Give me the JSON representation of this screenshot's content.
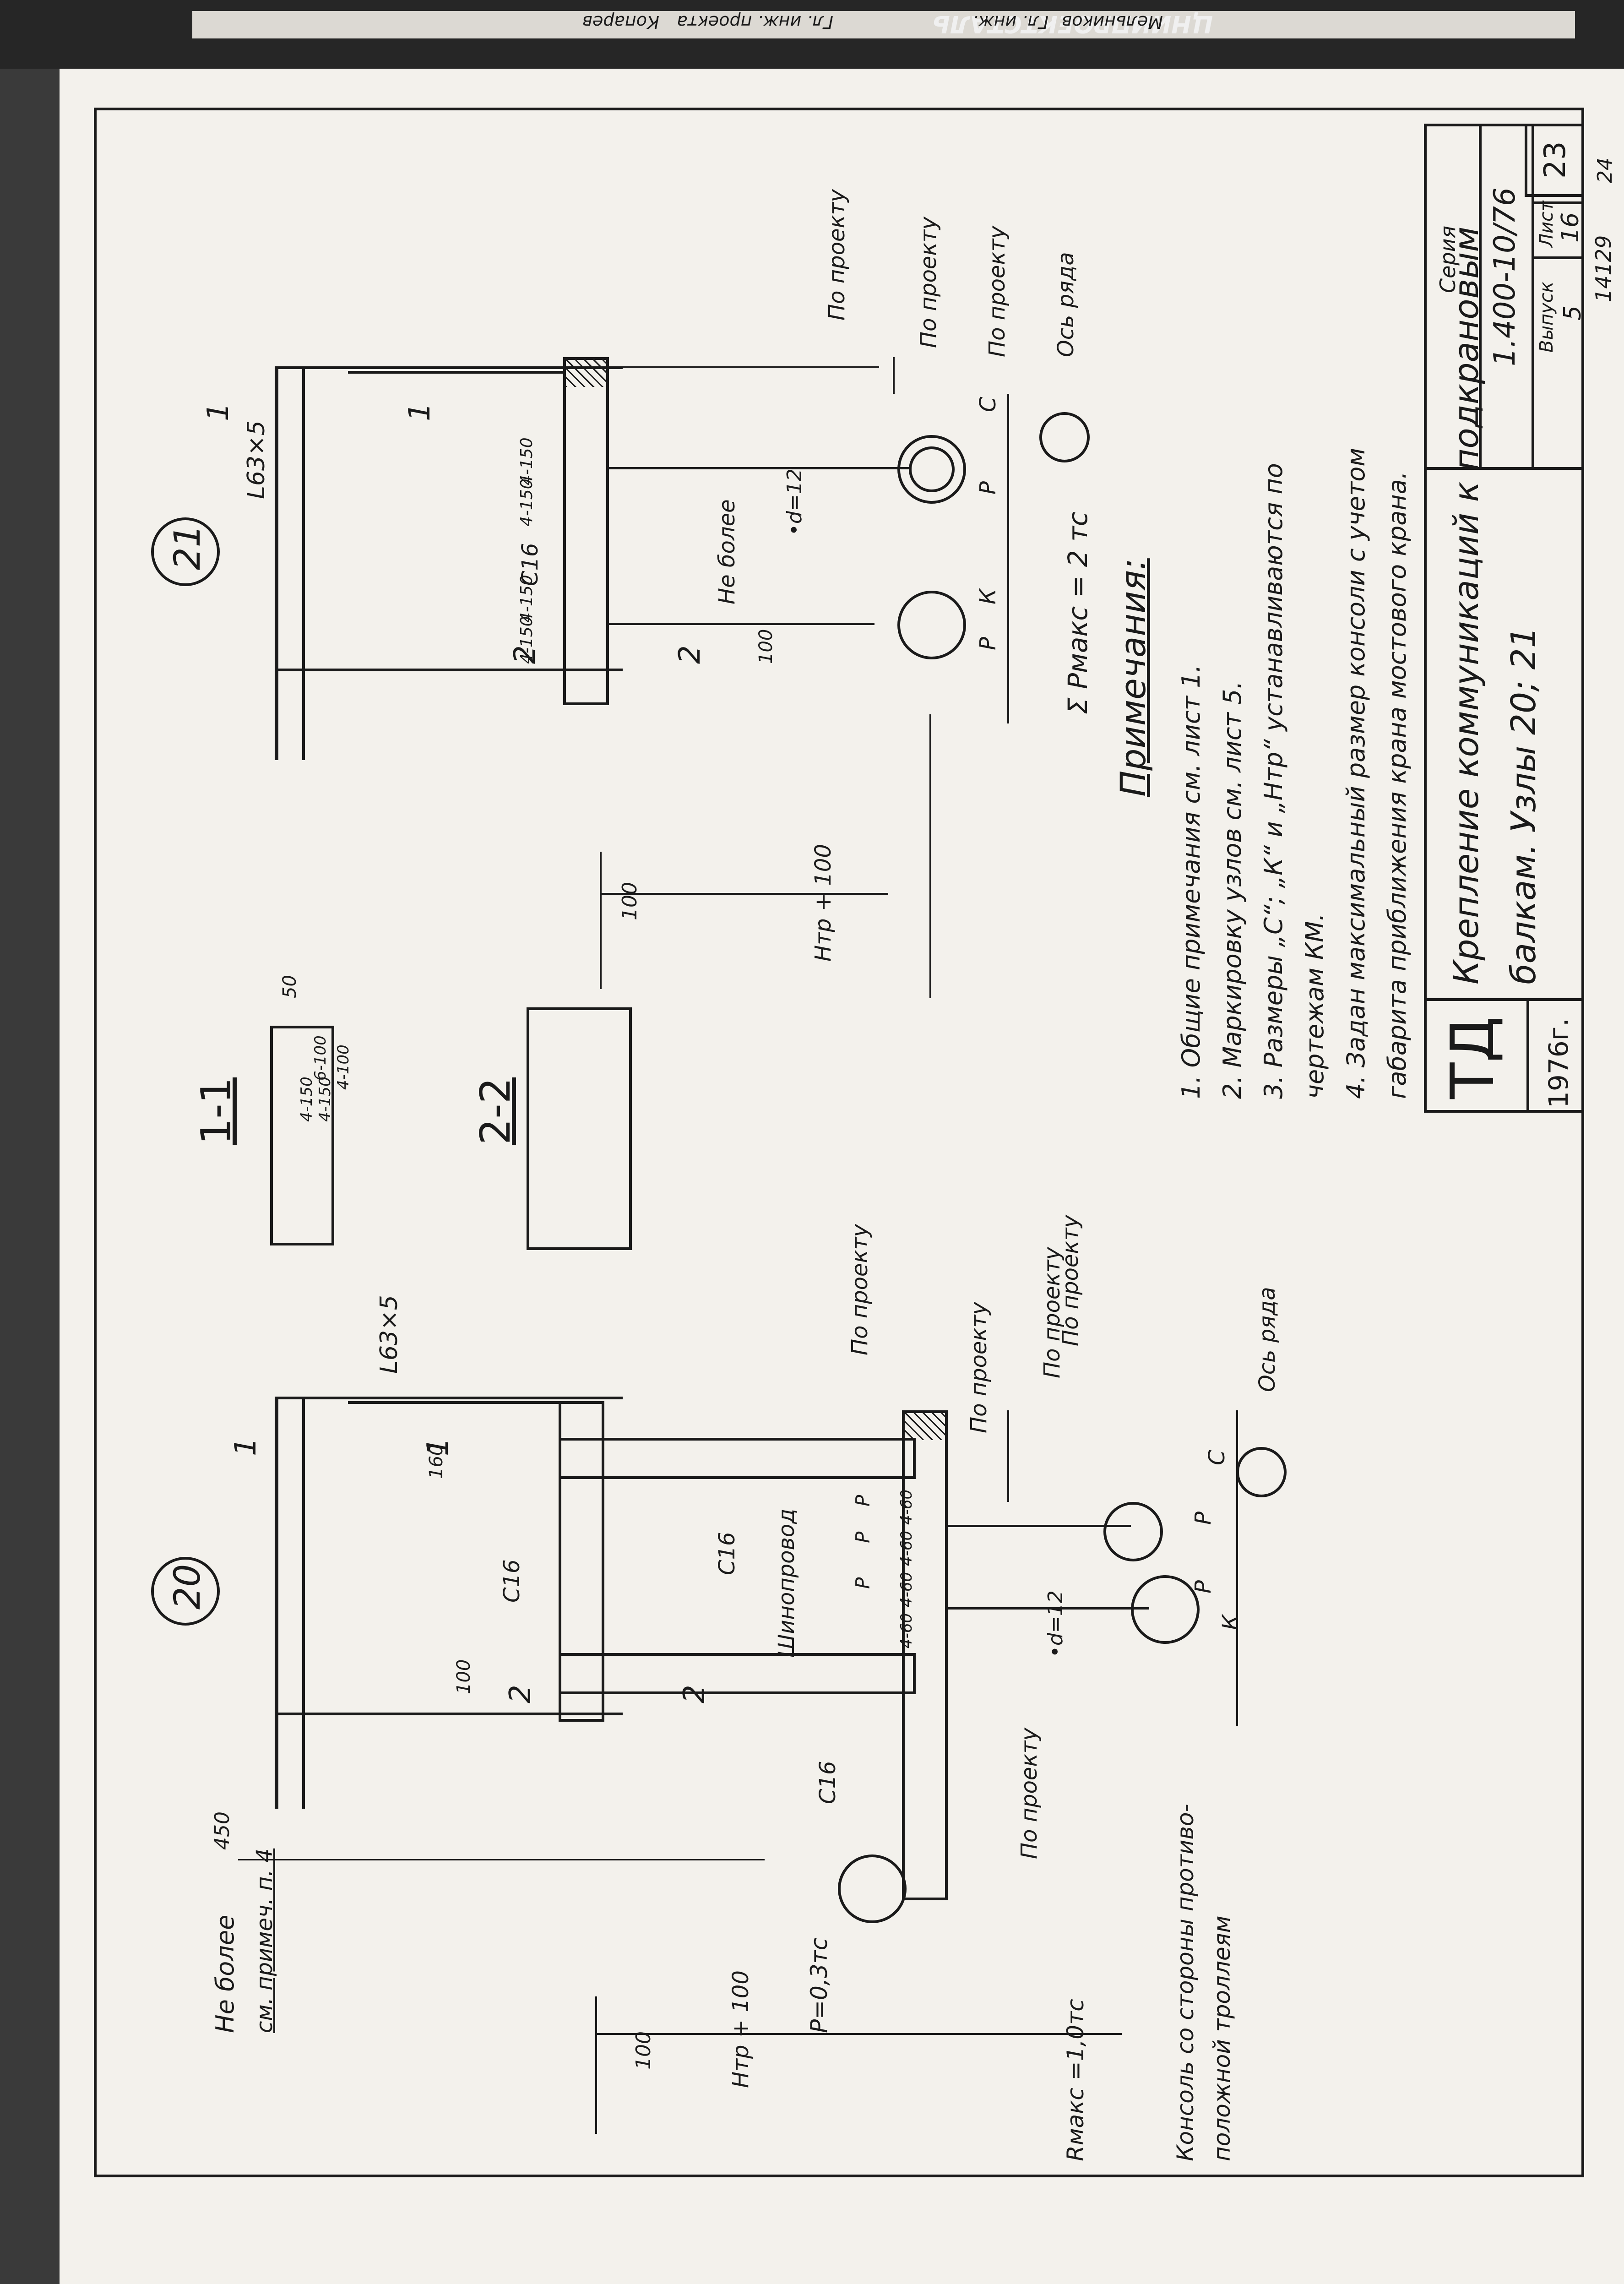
{
  "stamp": {
    "org": "ЦНИИПРОЕКТСТАЛЬ",
    "cells": [
      "Гл. инж. проекта",
      "Копарев",
      "Гл. инж.",
      "Мельников"
    ]
  },
  "title_block": {
    "sheet_corner": "23",
    "series_label": "Серия",
    "series_value": "1.400-10/76",
    "sheet_label": "Лист",
    "sheet_value": "16",
    "issue_label": "Выпуск",
    "issue_value": "5",
    "sheet_extra": "24",
    "inventory": "14129",
    "td": "ТД",
    "year": "1976г.",
    "title_line1": "Крепление коммуникаций к подкрановым",
    "title_line2": "балкам. Узлы 20; 21"
  },
  "notes": {
    "heading": "Примечания:",
    "items": [
      "1. Общие примечания см. лист 1.",
      "2. Маркировку узлов см. лист 5.",
      "3. Размеры „С“; „К“ и „Нтр“ устанавливаются по",
      "чертежам КМ.",
      "4. Задан максимальный размер консоли с учетом",
      "габарита приближения крана мостового крана."
    ]
  },
  "node21": {
    "number": "21",
    "labels": {
      "angle": "L63×5",
      "po_proektu_1": "По проекту",
      "po_proektu_2": "По проекту",
      "po_proektu_3": "По проекту",
      "axis": "Ось ряда",
      "c16": "С16",
      "ne_bolee": "Не более",
      "d12": "•d=12",
      "p1": "P",
      "p2": "P",
      "k": "К",
      "c": "С",
      "dim100": "100",
      "sum": "Σ Pмакс = 2 тс",
      "htr": "Нтр + 100",
      "left100": "100",
      "weld1": "4-150",
      "weld2": "4-150",
      "weld3": "4-150",
      "weld4": "4-150",
      "sec1a": "1",
      "sec1b": "1",
      "sec2a": "2",
      "sec2b": "2"
    }
  },
  "section11": {
    "title": "1-1",
    "dim50": "50",
    "weld_top": "4-150",
    "weld_mid": "4-150",
    "weld_right": "6-100",
    "weld_bottom": "4-100"
  },
  "section22": {
    "title": "2-2"
  },
  "node20": {
    "number": "20",
    "labels": {
      "angle": "L63×5",
      "po_proektu_1": "По проекту",
      "po_proektu_2": "По проекту",
      "po_proektu_3": "По проекту",
      "po_proektu_4": "По проекту",
      "po_proektu_5": "По проекту",
      "axis": "Ось ряда",
      "c16a": "С16",
      "c16b": "С16",
      "c16c": "С16",
      "shinoprovod": "Шинопровод",
      "d12": "•d=12",
      "p_a": "P",
      "p_b": "P",
      "p_c": "P",
      "p_d": "P",
      "p_e": "P",
      "k": "К",
      "c": "С",
      "dim160": "160",
      "dim100": "100",
      "dim450": "450",
      "weld_a": "4-60",
      "weld_b": "4-60",
      "weld_c": "4-60",
      "weld_d": "4-60",
      "ne_bolee": "Не более",
      "sm_primech": "см. примеч. п. 4",
      "p03": "P=0,3тс",
      "konsol1": "Консоль со стороны противо-",
      "konsol2": "положной троллеям",
      "rmax": "Rмакс =1,0тс",
      "htr": "Нтр + 100",
      "left100": "100",
      "sec1a": "1",
      "sec1b": "1",
      "sec2a": "2",
      "sec2b": "2"
    }
  }
}
